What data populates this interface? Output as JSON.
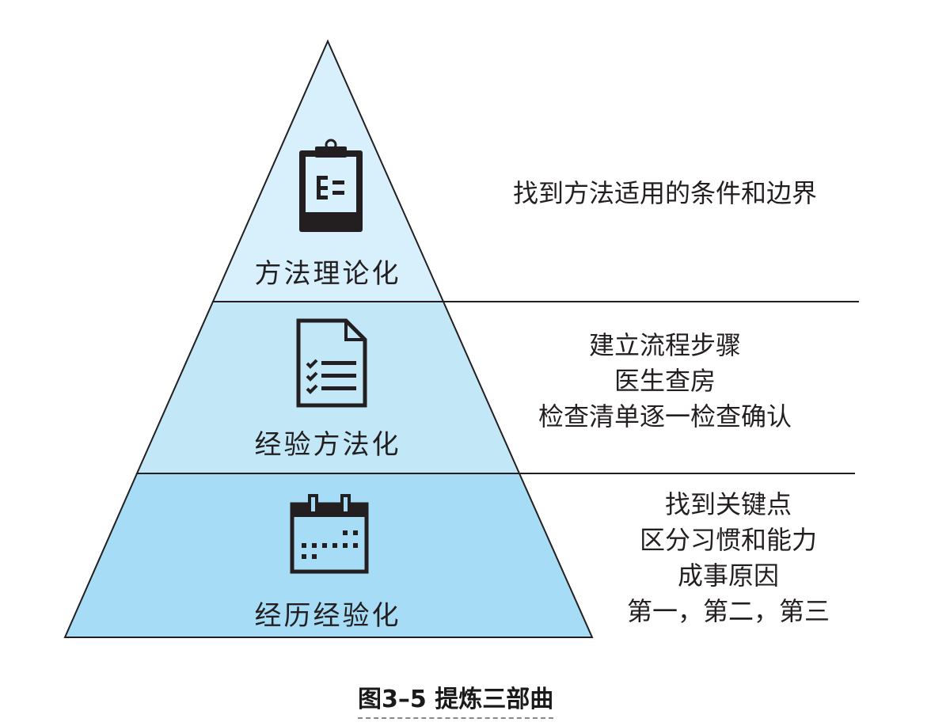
{
  "colors": {
    "top": "#d8f0fb",
    "middle": "#c2e8f8",
    "bottom": "#a6dcf5",
    "stroke": "#231f20"
  },
  "levels": [
    {
      "label": "方法理论化",
      "icon": "clipboard-icon",
      "descriptions": [
        "找到方法适用的条件和边界"
      ]
    },
    {
      "label": "经验方法化",
      "icon": "checklist-icon",
      "descriptions": [
        "建立流程步骤",
        "医生查房",
        "检查清单逐一检查确认"
      ]
    },
    {
      "label": "经历经验化",
      "icon": "calendar-icon",
      "descriptions": [
        "找到关键点",
        "区分习惯和能力",
        "成事原因",
        "第一，第二，第三"
      ]
    }
  ],
  "caption": "图3–5 提炼三部曲"
}
